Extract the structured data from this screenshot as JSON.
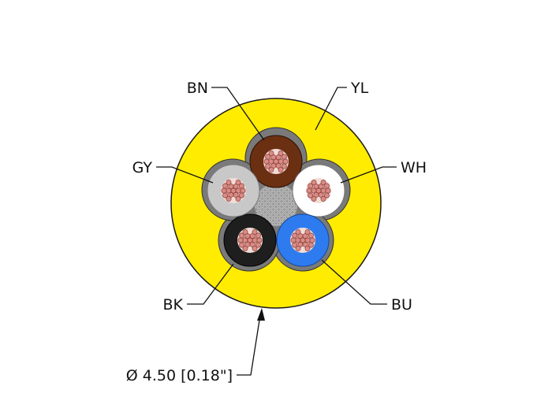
{
  "labels": {
    "brown": "BN",
    "yellow": "YL",
    "gray": "GY",
    "white": "WH",
    "black": "BK",
    "blue": "BU",
    "diameter": "Ø 4.50 [0.18\"]"
  },
  "colors": {
    "jacket": "#ffec00",
    "filler": "#7a7a7a",
    "brown": "#6b2f12",
    "gray": "#c8c8c8",
    "white": "#ffffff",
    "black": "#1e1e1e",
    "blue": "#2e7bf0",
    "copper": "#d98c86"
  }
}
